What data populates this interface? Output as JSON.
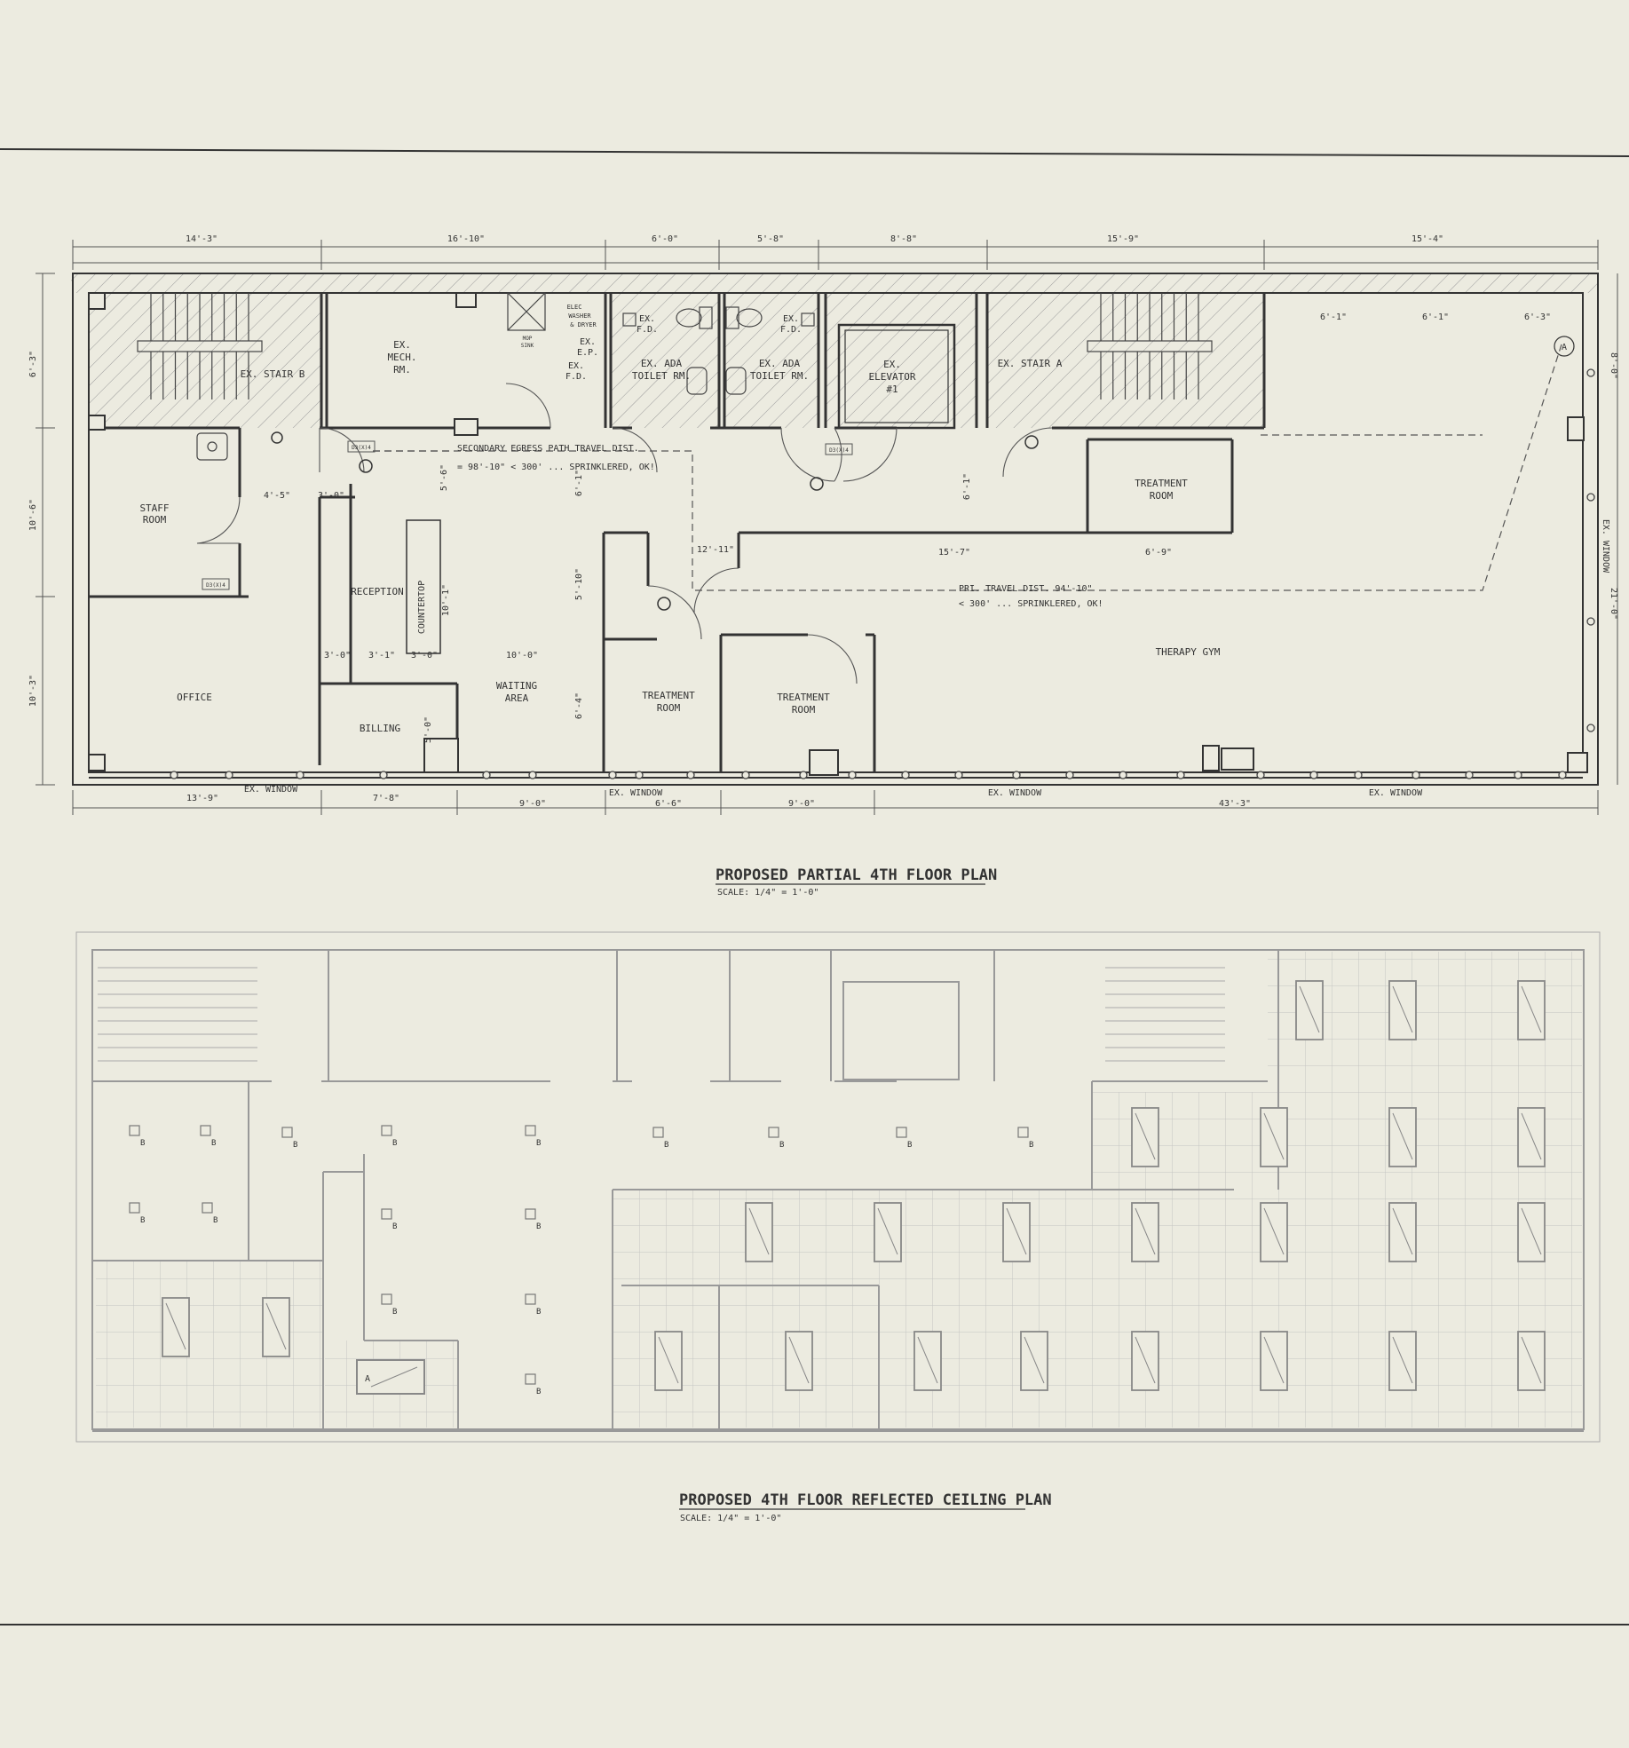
{
  "floor_plan": {
    "title": "PROPOSED PARTIAL 4TH FLOOR PLAN",
    "scale": "SCALE: 1/4\" = 1'-0\"",
    "top_dims": [
      "14'-3\"",
      "16'-10\"",
      "6'-0\"",
      "5'-8\"",
      "8'-8\"",
      "15'-9\"",
      "15'-4\""
    ],
    "bottom_dims": [
      "13'-9\"",
      "7'-8\"",
      "9'-0\"",
      "6'-6\"",
      "9'-0\"",
      "43'-3\""
    ],
    "left_dims": [
      "6'-3\"",
      "10'-6\"",
      "10'-3\""
    ],
    "right_dims": [
      "8'-0\"",
      "21'-0\""
    ],
    "gym_dims": [
      "6'-1\"",
      "6'-1\"",
      "6'-3\""
    ],
    "inner_dims": {
      "staff_w": "4'-5\"",
      "corr_w": "3'-0\"",
      "rec_a": "3'-0\"",
      "rec_b": "3'-1\"",
      "rec_c": "3'-0\"",
      "rec_h": "10'-1\"",
      "wait_w": "10'-0\"",
      "v1": "5'-6\"",
      "v2": "6'-1\"",
      "v3": "5'-10\"",
      "v4": "6'-4\"",
      "v5": "6'-1\"",
      "v6": "5'-0\"",
      "c1": "12'-11\"",
      "c2": "15'-7\"",
      "c3": "6'-9\""
    },
    "rooms": {
      "stair_b": "EX. STAIR B",
      "mech": [
        "EX.",
        "MECH.",
        "RM."
      ],
      "elec": [
        "ELEC",
        "WASHER",
        "& DRYER"
      ],
      "mop": [
        "MOP",
        "SINK"
      ],
      "ep": [
        "EX.",
        "E.P."
      ],
      "fd": [
        "EX.",
        "F.D."
      ],
      "toilet1": [
        "EX. ADA",
        "TOILET RM."
      ],
      "toilet2": [
        "EX. ADA",
        "TOILET RM."
      ],
      "elevator": [
        "EX.",
        "ELEVATOR",
        "#1"
      ],
      "stair_a": "EX. STAIR A",
      "staff": [
        "STAFF",
        "ROOM"
      ],
      "office": "OFFICE",
      "reception": "RECEPTION",
      "countertop": "COUNTERTOP",
      "billing": "BILLING",
      "waiting": [
        "WAITING",
        "AREA"
      ],
      "treat1": [
        "TREATMENT",
        "ROOM"
      ],
      "treat2": [
        "TREATMENT",
        "ROOM"
      ],
      "treat3": [
        "TREATMENT",
        "ROOM"
      ],
      "gym": "THERAPY GYM"
    },
    "notes": {
      "secondary_1": "SECONDARY EGRESS PATH TRAVEL DIST.",
      "secondary_2": "= 98'-10\" < 300' ... SPRINKLERED, OK!",
      "primary_1": "PRI. TRAVEL DIST. 94'-10\"",
      "primary_2": "< 300' ... SPRINKLERED, OK!"
    },
    "window_label": "EX. WINDOW",
    "door_tag": "D3(X)4",
    "point_a": "A"
  },
  "ceiling_plan": {
    "title": "PROPOSED 4TH FLOOR REFLECTED CEILING PLAN",
    "scale": "SCALE: 1/4\" = 1'-0\"",
    "fixture_tag": "A",
    "sprinkler_tag": "B"
  }
}
